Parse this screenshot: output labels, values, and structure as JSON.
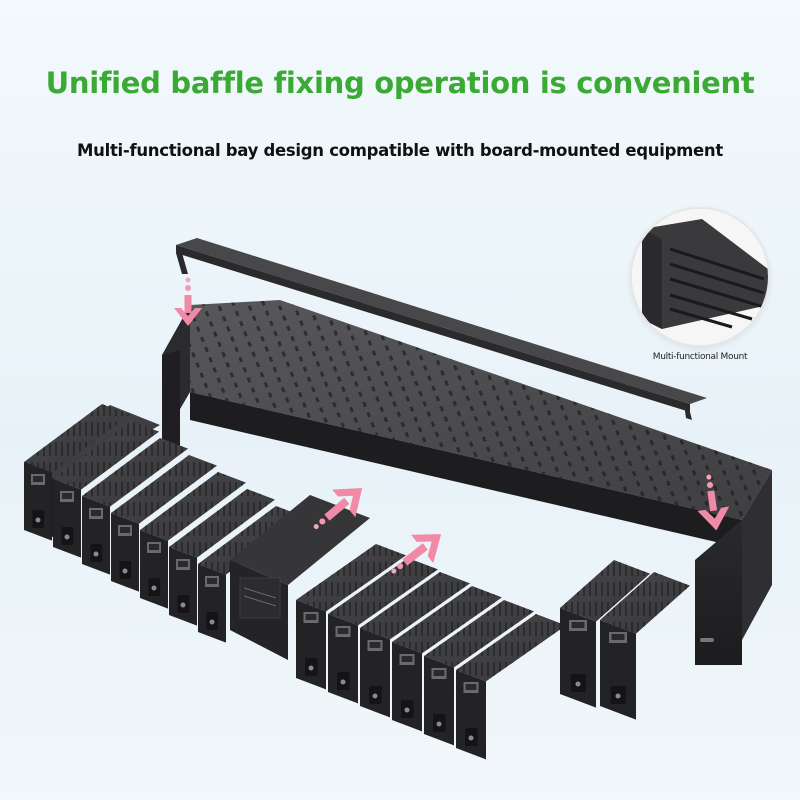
{
  "headline": "Unified baffle fixing operation is convenient",
  "subheadline": "Multi-functional bay design compatible with board-mounted equipment",
  "inset_caption": "Multi-functional Mount",
  "colors": {
    "headline": "#3aaa35",
    "arrow": "#f08aa6",
    "chassis": "#3a3a3c",
    "module": "#2e2e30"
  },
  "icons": [
    "down-arrow-icon",
    "insert-arrow-icon"
  ]
}
